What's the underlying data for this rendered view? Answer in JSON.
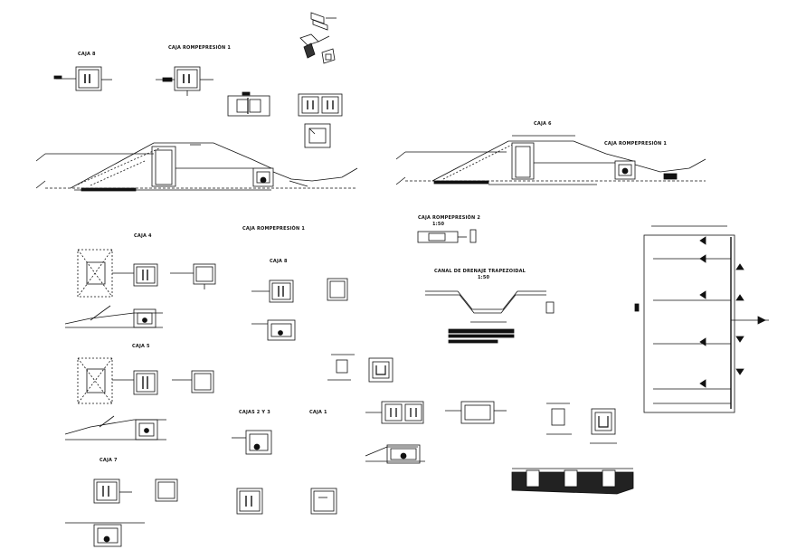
{
  "drawing": {
    "background_color": "#ffffff",
    "line_color": "#111111",
    "labels": {
      "caja_8_top": "CAJA 8",
      "caja_rompe_1_top": "CAJA ROMPEPRESIÓN 1",
      "caja_6": "CAJA 6",
      "caja_rompe_2": "CAJA ROMPEPRESIÓN 2",
      "escala_1_50": "1:50",
      "caja_4": "CAJA 4",
      "caja_rompe_1_mid": "CAJA ROMPEPRESIÓN 1",
      "caja_8_mid": "CAJA 8",
      "canal_title": "CANAL DE DRENAJE TRAPEZOIDAL",
      "canal_scale": "1:50",
      "caja_5": "CAJA 5",
      "cajas_2_3": "CAJAS 2 Y 3",
      "caja_1": "CAJA 1",
      "caja_7": "CAJA 7"
    }
  }
}
